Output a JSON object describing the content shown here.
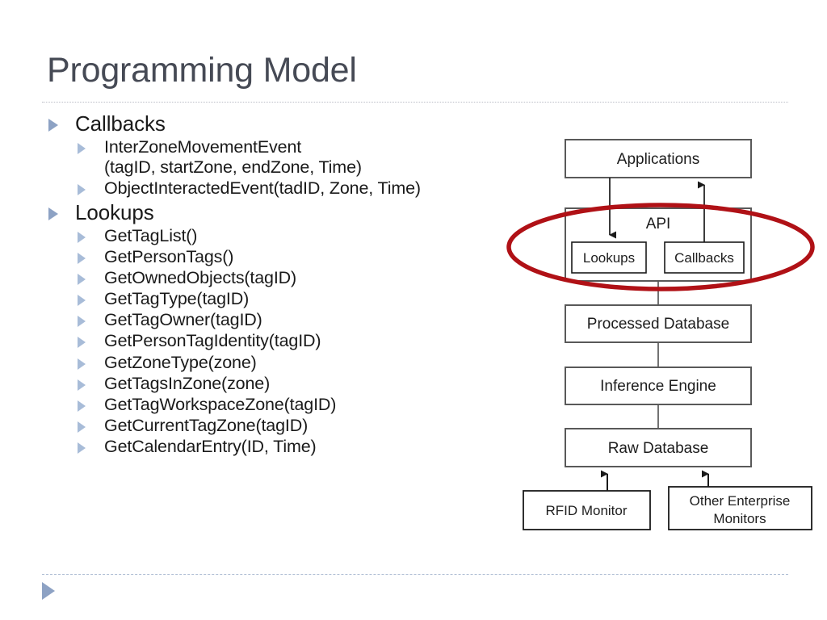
{
  "slide": {
    "title": "Programming Model"
  },
  "outline": [
    {
      "level": 1,
      "text": "Callbacks"
    },
    {
      "level": 2,
      "text": "InterZoneMovementEvent",
      "text_line2": "(tagID, startZone, endZone, Time)"
    },
    {
      "level": 2,
      "text": "ObjectInteractedEvent(tadID, Zone, Time)"
    },
    {
      "level": 1,
      "text": "Lookups"
    },
    {
      "level": 2,
      "text": "GetTagList()"
    },
    {
      "level": 2,
      "text": "GetPersonTags()"
    },
    {
      "level": 2,
      "text": "GetOwnedObjects(tagID)"
    },
    {
      "level": 2,
      "text": "GetTagType(tagID)"
    },
    {
      "level": 2,
      "text": "GetTagOwner(tagID)"
    },
    {
      "level": 2,
      "text": "GetPersonTagIdentity(tagID)"
    },
    {
      "level": 2,
      "text": "GetZoneType(zone)"
    },
    {
      "level": 2,
      "text": "GetTagsInZone(zone)"
    },
    {
      "level": 2,
      "text": "GetTagWorkspaceZone(tagID)"
    },
    {
      "level": 2,
      "text": "GetCurrentTagZone(tagID)"
    },
    {
      "level": 2,
      "text": "GetCalendarEntry(ID, Time)"
    }
  ],
  "diagram": {
    "nodes": {
      "applications": "Applications",
      "api": "API",
      "lookups": "Lookups",
      "callbacks": "Callbacks",
      "processed_database": "Processed Database",
      "inference_engine": "Inference Engine",
      "raw_database": "Raw Database",
      "rfid_monitor": "RFID Monitor",
      "other_monitors_line1": "Other Enterprise",
      "other_monitors_line2": "Monitors"
    },
    "highlight": {
      "shape": "ellipse",
      "color": "#b01116",
      "targets": "API block containing Lookups and Callbacks"
    },
    "colors": {
      "box_stroke": "#595959",
      "box_fill": "#ffffff",
      "arrow": "#1a1a1a",
      "highlight": "#b01116"
    }
  },
  "theme": {
    "title_color": "#464a55",
    "body_color": "#1a1a1a",
    "bullet_level1_color": "#8da2c4",
    "bullet_level2_color": "#a8bcd8",
    "rule_color": "#b9bcc6",
    "background": "#ffffff"
  }
}
